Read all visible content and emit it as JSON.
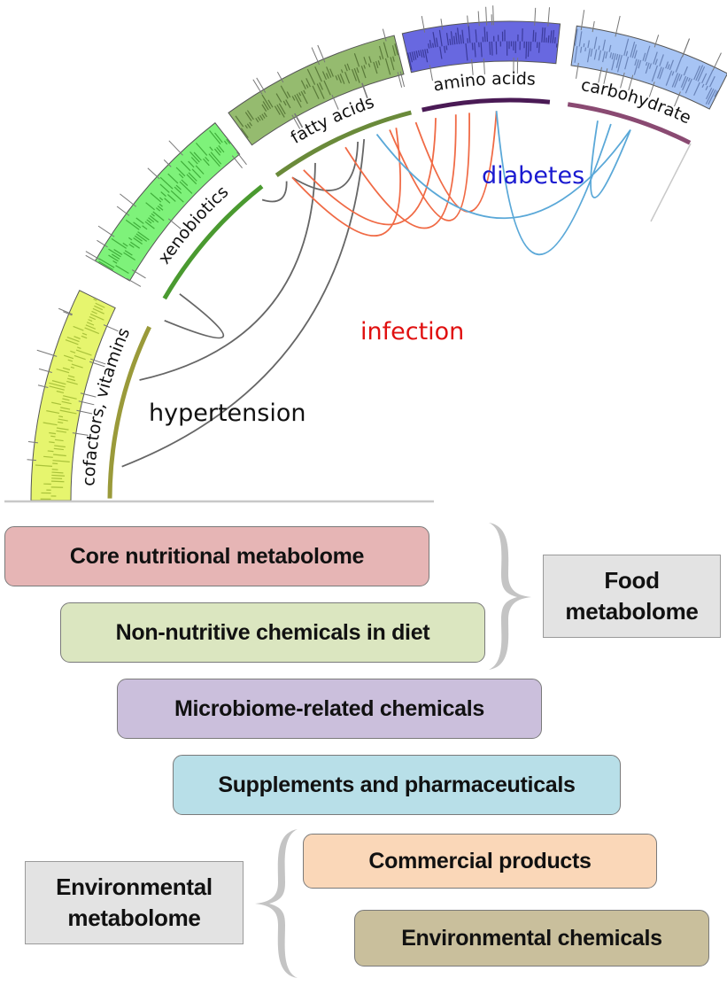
{
  "circos": {
    "segments": [
      {
        "label": "cofactors, vitamins",
        "band_color": "#e6f56e",
        "band_tick_color": "#a9c23a",
        "arc_color": "#9a9a3a"
      },
      {
        "label": "xenobiotics",
        "band_color": "#7ef27a",
        "band_tick_color": "#3fae3a",
        "arc_color": "#4a9a30"
      },
      {
        "label": "fatty acids",
        "band_color": "#95bb6f",
        "band_tick_color": "#5a7a3a",
        "arc_color": "#6a8a3a"
      },
      {
        "label": "amino acids",
        "band_color": "#6868e0",
        "band_tick_color": "#3a3a9a",
        "arc_color": "#4a1a55"
      },
      {
        "label": "carbohydrate",
        "band_color": "#a7c4f4",
        "band_tick_color": "#6a84b8",
        "arc_color": "#8a4a72"
      }
    ],
    "link_groups": [
      {
        "label": "hypertension",
        "line_color": "#666666",
        "label_color": "#111111"
      },
      {
        "label": "infection",
        "line_color": "#f06a45",
        "label_color": "#e01010"
      },
      {
        "label": "diabetes",
        "line_color": "#5aa8d8",
        "label_color": "#1a1ad0"
      }
    ]
  },
  "categories": [
    {
      "label": "Core nutritional metabolome",
      "color": "#e6b5b5"
    },
    {
      "label": "Non-nutritive chemicals in diet",
      "color": "#dbe6c0"
    },
    {
      "label": "Microbiome-related chemicals",
      "color": "#cbbfdc"
    },
    {
      "label": "Supplements and pharmaceuticals",
      "color": "#b8dfe8"
    },
    {
      "label": "Commercial products",
      "color": "#fad7b8"
    },
    {
      "label": "Environmental chemicals",
      "color": "#c9bf9c"
    }
  ],
  "groups": {
    "food": {
      "line1": "Food",
      "line2": "metabolome"
    },
    "environmental": {
      "line1": "Environmental",
      "line2": "metabolome"
    }
  }
}
